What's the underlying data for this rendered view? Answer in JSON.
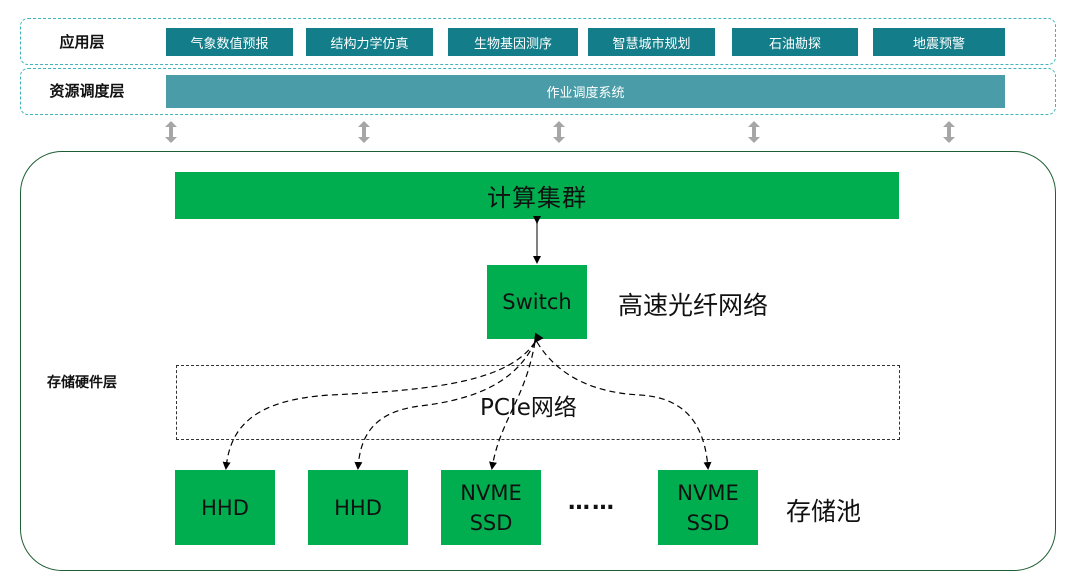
{
  "application_layer": {
    "label": "应用层",
    "items": [
      "气象数值预报",
      "结构力学仿真",
      "生物基因测序",
      "智慧城市规划",
      "石油勘探",
      "地震预警"
    ]
  },
  "scheduling_layer": {
    "label": "资源调度层",
    "system": "作业调度系统"
  },
  "hardware_layer": {
    "label": "存储硬件层",
    "compute_cluster": "计算集群",
    "switch": "Switch",
    "fiber_network": "高速光纤网络",
    "pcie_network": "PCIe网络",
    "storage_pool": "存储池",
    "devices": [
      {
        "line1": "HHD",
        "line2": ""
      },
      {
        "line1": "HHD",
        "line2": ""
      },
      {
        "line1": "NVME",
        "line2": "SSD"
      },
      {
        "line1": "NVME",
        "line2": "SSD"
      }
    ],
    "ellipsis": "……"
  },
  "colors": {
    "app_item": "#137e8a",
    "scheduler": "#4a9da8",
    "green_block": "#00ae4f",
    "layer_border": "#3fb6bb",
    "hardware_border": "#1e5e34",
    "connector_arrow": "#a6a6a6"
  }
}
